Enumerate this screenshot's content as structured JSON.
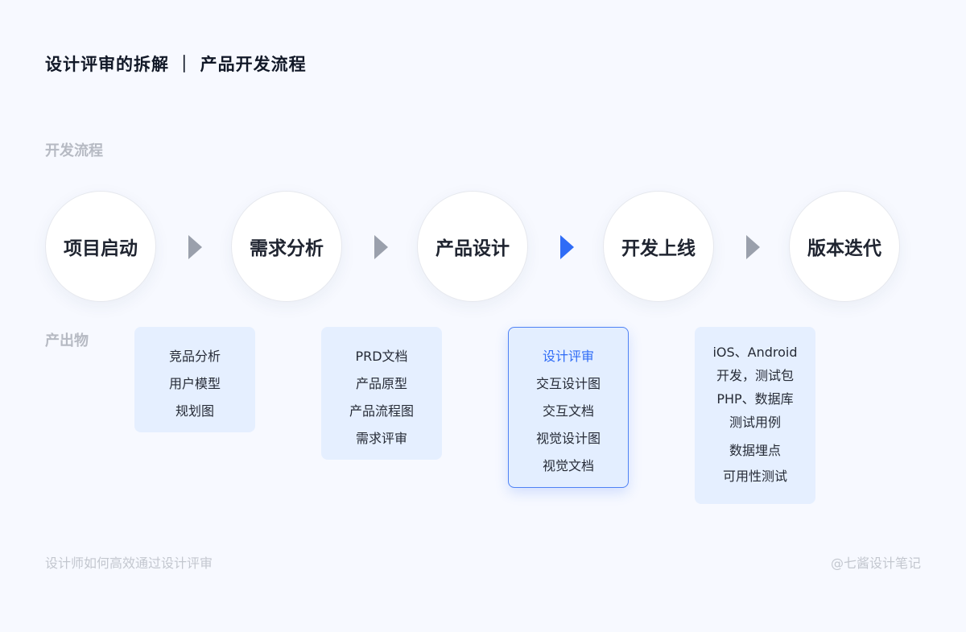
{
  "title": "设计评审的拆解 ｜ 产品开发流程",
  "section_process": "开发流程",
  "section_outputs": "产出物",
  "steps": [
    {
      "label": "项目启动"
    },
    {
      "label": "需求分析"
    },
    {
      "label": "产品设计"
    },
    {
      "label": "开发上线"
    },
    {
      "label": "版本迭代"
    }
  ],
  "outputs": [
    {
      "items": [
        "竞品分析",
        "用户模型",
        "规划图"
      ]
    },
    {
      "items": [
        "PRD文档",
        "产品原型",
        "产品流程图",
        "需求评审"
      ]
    },
    {
      "items": [
        "设计评审",
        "交互设计图",
        "交互文档",
        "视觉设计图",
        "视觉文档"
      ],
      "highlighted": true
    },
    {
      "items": [
        "iOS、Android",
        "开发，测试包",
        "PHP、数据库",
        "测试用例",
        "数据埋点",
        "可用性测试"
      ]
    }
  ],
  "footer_left": "设计师如何高效通过设计评审",
  "footer_right": "@七酱设计笔记",
  "colors": {
    "accent": "#2f6cf6",
    "arrow": "#9aa0ac",
    "card": "#e5efff"
  }
}
